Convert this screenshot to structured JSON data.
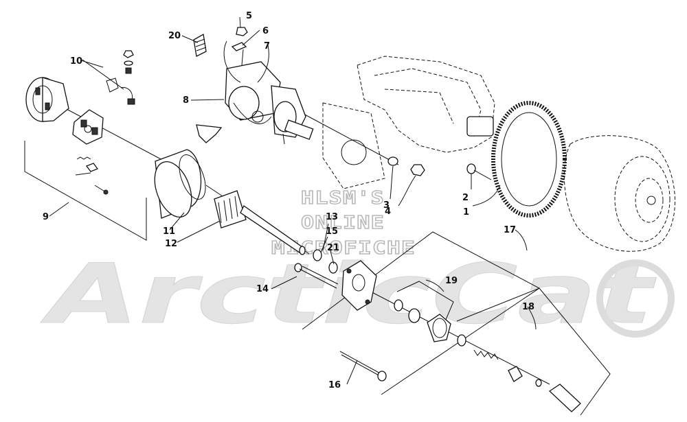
{
  "watermark": {
    "line1": "HLSM'S",
    "line2": "ONLINE",
    "line3": "MICROFICHE",
    "brand": "ArcticCat"
  },
  "callouts": [
    "1",
    "2",
    "3",
    "4",
    "5",
    "6",
    "7",
    "8",
    "9",
    "10",
    "11",
    "12",
    "13",
    "14",
    "15",
    "16",
    "17",
    "18",
    "19",
    "20",
    "21"
  ],
  "colors": {
    "ink": "#111111",
    "watermark": "#d9d9d9"
  }
}
